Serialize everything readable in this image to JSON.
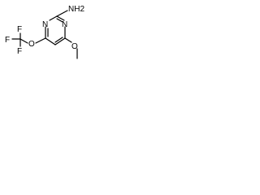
{
  "molecule": {
    "atoms": {
      "amine": "NH2",
      "ring_n_upper": "N",
      "ring_n_lower": "N",
      "ether_o_left": "O",
      "ether_o_right": "O",
      "fluorine_top": "F",
      "fluorine_left": "F",
      "fluorine_bottom": "F"
    }
  },
  "colors": {
    "bond": "#000000",
    "text": "#000000",
    "background": "#ffffff"
  }
}
